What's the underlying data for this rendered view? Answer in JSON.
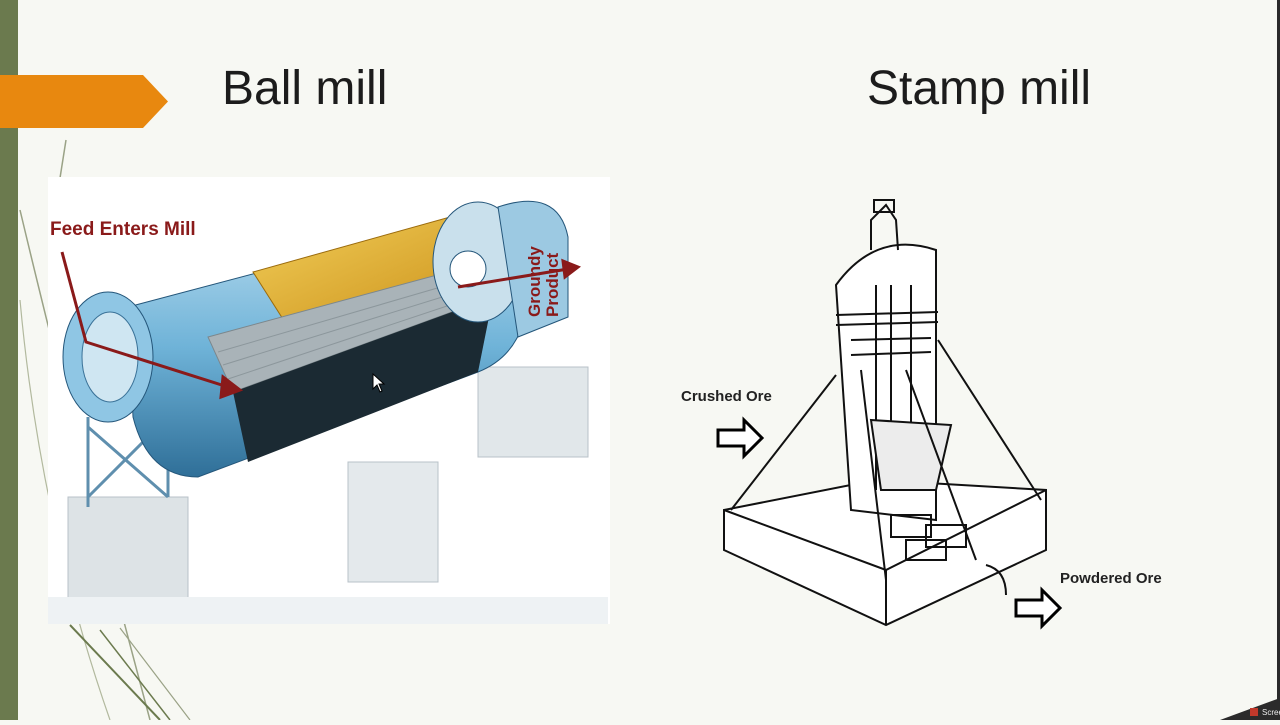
{
  "slide": {
    "left_title": "Ball mill",
    "right_title": "Stamp mill"
  },
  "ball_mill_figure": {
    "label_feed": "Feed Enters Mill",
    "label_product": "Groundy Product"
  },
  "stamp_mill_figure": {
    "label_input": "Crushed Ore",
    "label_output": "Powdered Ore"
  },
  "taskbar": {
    "corner_text": "Screen"
  },
  "colors": {
    "accent_orange": "#e8880f",
    "left_bar_green": "#6b7a4e",
    "ball_mill_label_red": "#8a1a1a",
    "mill_blue": "#6fb3d8",
    "mill_liner_gold": "#e3b230"
  }
}
